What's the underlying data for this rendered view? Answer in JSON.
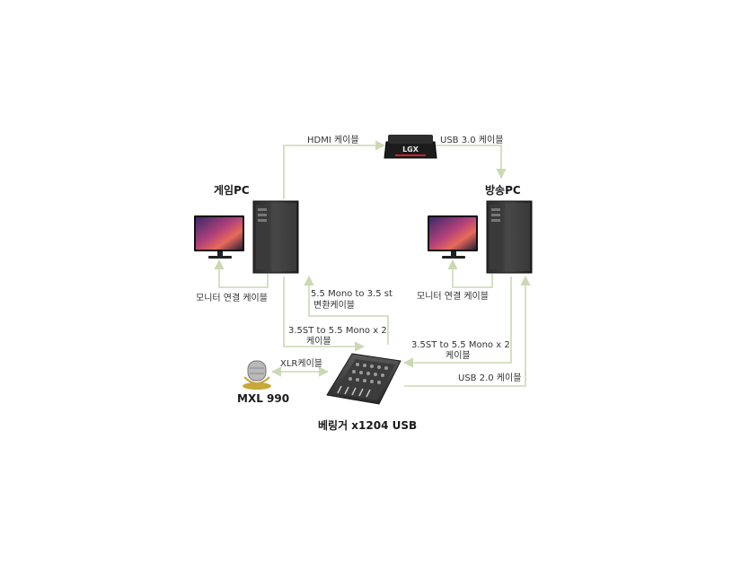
{
  "devices": {
    "gaming_pc": "게임PC",
    "streaming_pc": "방송PC",
    "microphone": "MXL 990",
    "mixer": "베링거 x1204 USB",
    "capture_brand": "LGX"
  },
  "cables": {
    "hdmi": "HDMI 케이블",
    "usb3": "USB 3.0 케이블",
    "monitor_left": "모니터 연결 케이블",
    "monitor_right": "모니터 연결 케이블",
    "mono_to_st_line1": "5.5 Mono to 3.5 st",
    "mono_to_st_line2": "변환케이블",
    "st_to_mono_left_line1": "3.5ST to 5.5 Mono x 2",
    "st_to_mono_left_line2": "케이블",
    "st_to_mono_right_line1": "3.5ST to 5.5 Mono x 2",
    "st_to_mono_right_line2": "케이블",
    "xlr": "XLR케이블",
    "usb2": "USB 2.0 케이블"
  },
  "colors": {
    "connector": "#cbd8b4",
    "capture_accent": "#d0202a"
  }
}
